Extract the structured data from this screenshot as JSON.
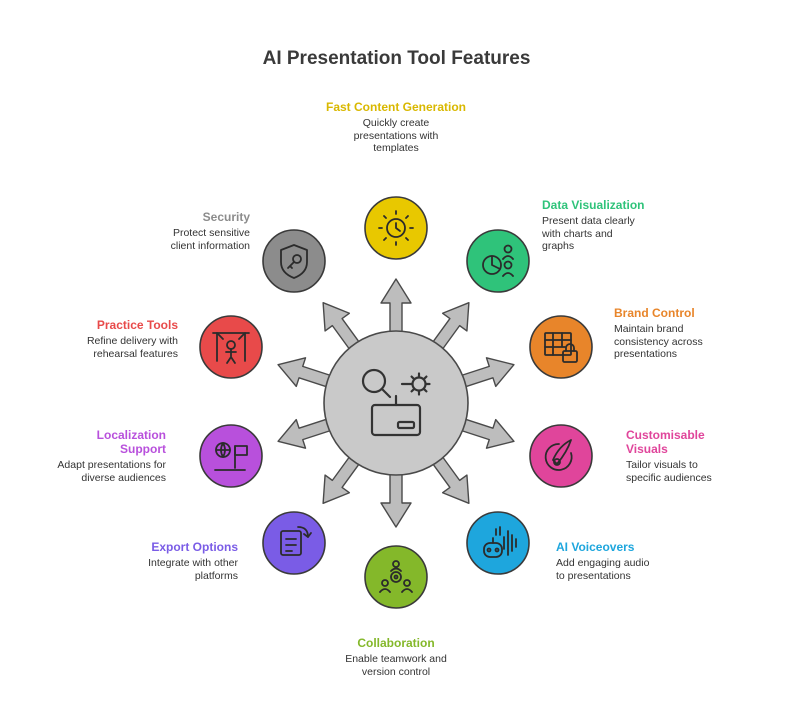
{
  "title": "AI Presentation Tool Features",
  "colors": {
    "hub": "#c9c9c9",
    "hub_stroke": "#4a4a4a",
    "arrow": "#bdbdbd",
    "fast_content": "#e8c800",
    "data_viz": "#2fc37a",
    "brand": "#e8852a",
    "visuals": "#e0459b",
    "voiceovers": "#1ea6dd",
    "collaboration": "#84b82a",
    "export": "#7a5ce6",
    "localization": "#b850dc",
    "practice": "#e84a4a",
    "security": "#8c8c8c"
  },
  "features": {
    "fast_content": {
      "title": "Fast Content Generation",
      "desc": "Quickly create presentations with templates",
      "icon": "clock-icon"
    },
    "data_viz": {
      "title": "Data Visualization",
      "desc": "Present data clearly with charts and graphs",
      "icon": "pie-chart-users-icon"
    },
    "brand": {
      "title": "Brand Control",
      "desc": "Maintain brand consistency across presentations",
      "icon": "table-lock-icon"
    },
    "visuals": {
      "title": "Customisable Visuals",
      "desc": "Tailor visuals to specific audiences",
      "icon": "paint-icon"
    },
    "voiceovers": {
      "title": "AI Voiceovers",
      "desc": "Add engaging audio to presentations",
      "icon": "robot-audio-icon"
    },
    "collaboration": {
      "title": "Collaboration",
      "desc": "Enable teamwork and version control",
      "icon": "team-gear-icon"
    },
    "export": {
      "title": "Export Options",
      "desc": "Integrate with other platforms",
      "icon": "document-export-icon"
    },
    "localization": {
      "title": "Localization Support",
      "desc": "Adapt presentations for diverse audiences",
      "icon": "globe-flag-icon"
    },
    "practice": {
      "title": "Practice Tools",
      "desc": "Refine delivery with rehearsal features",
      "icon": "stage-presenter-icon"
    },
    "security": {
      "title": "Security",
      "desc": "Protect sensitive client information",
      "icon": "shield-key-icon"
    }
  }
}
